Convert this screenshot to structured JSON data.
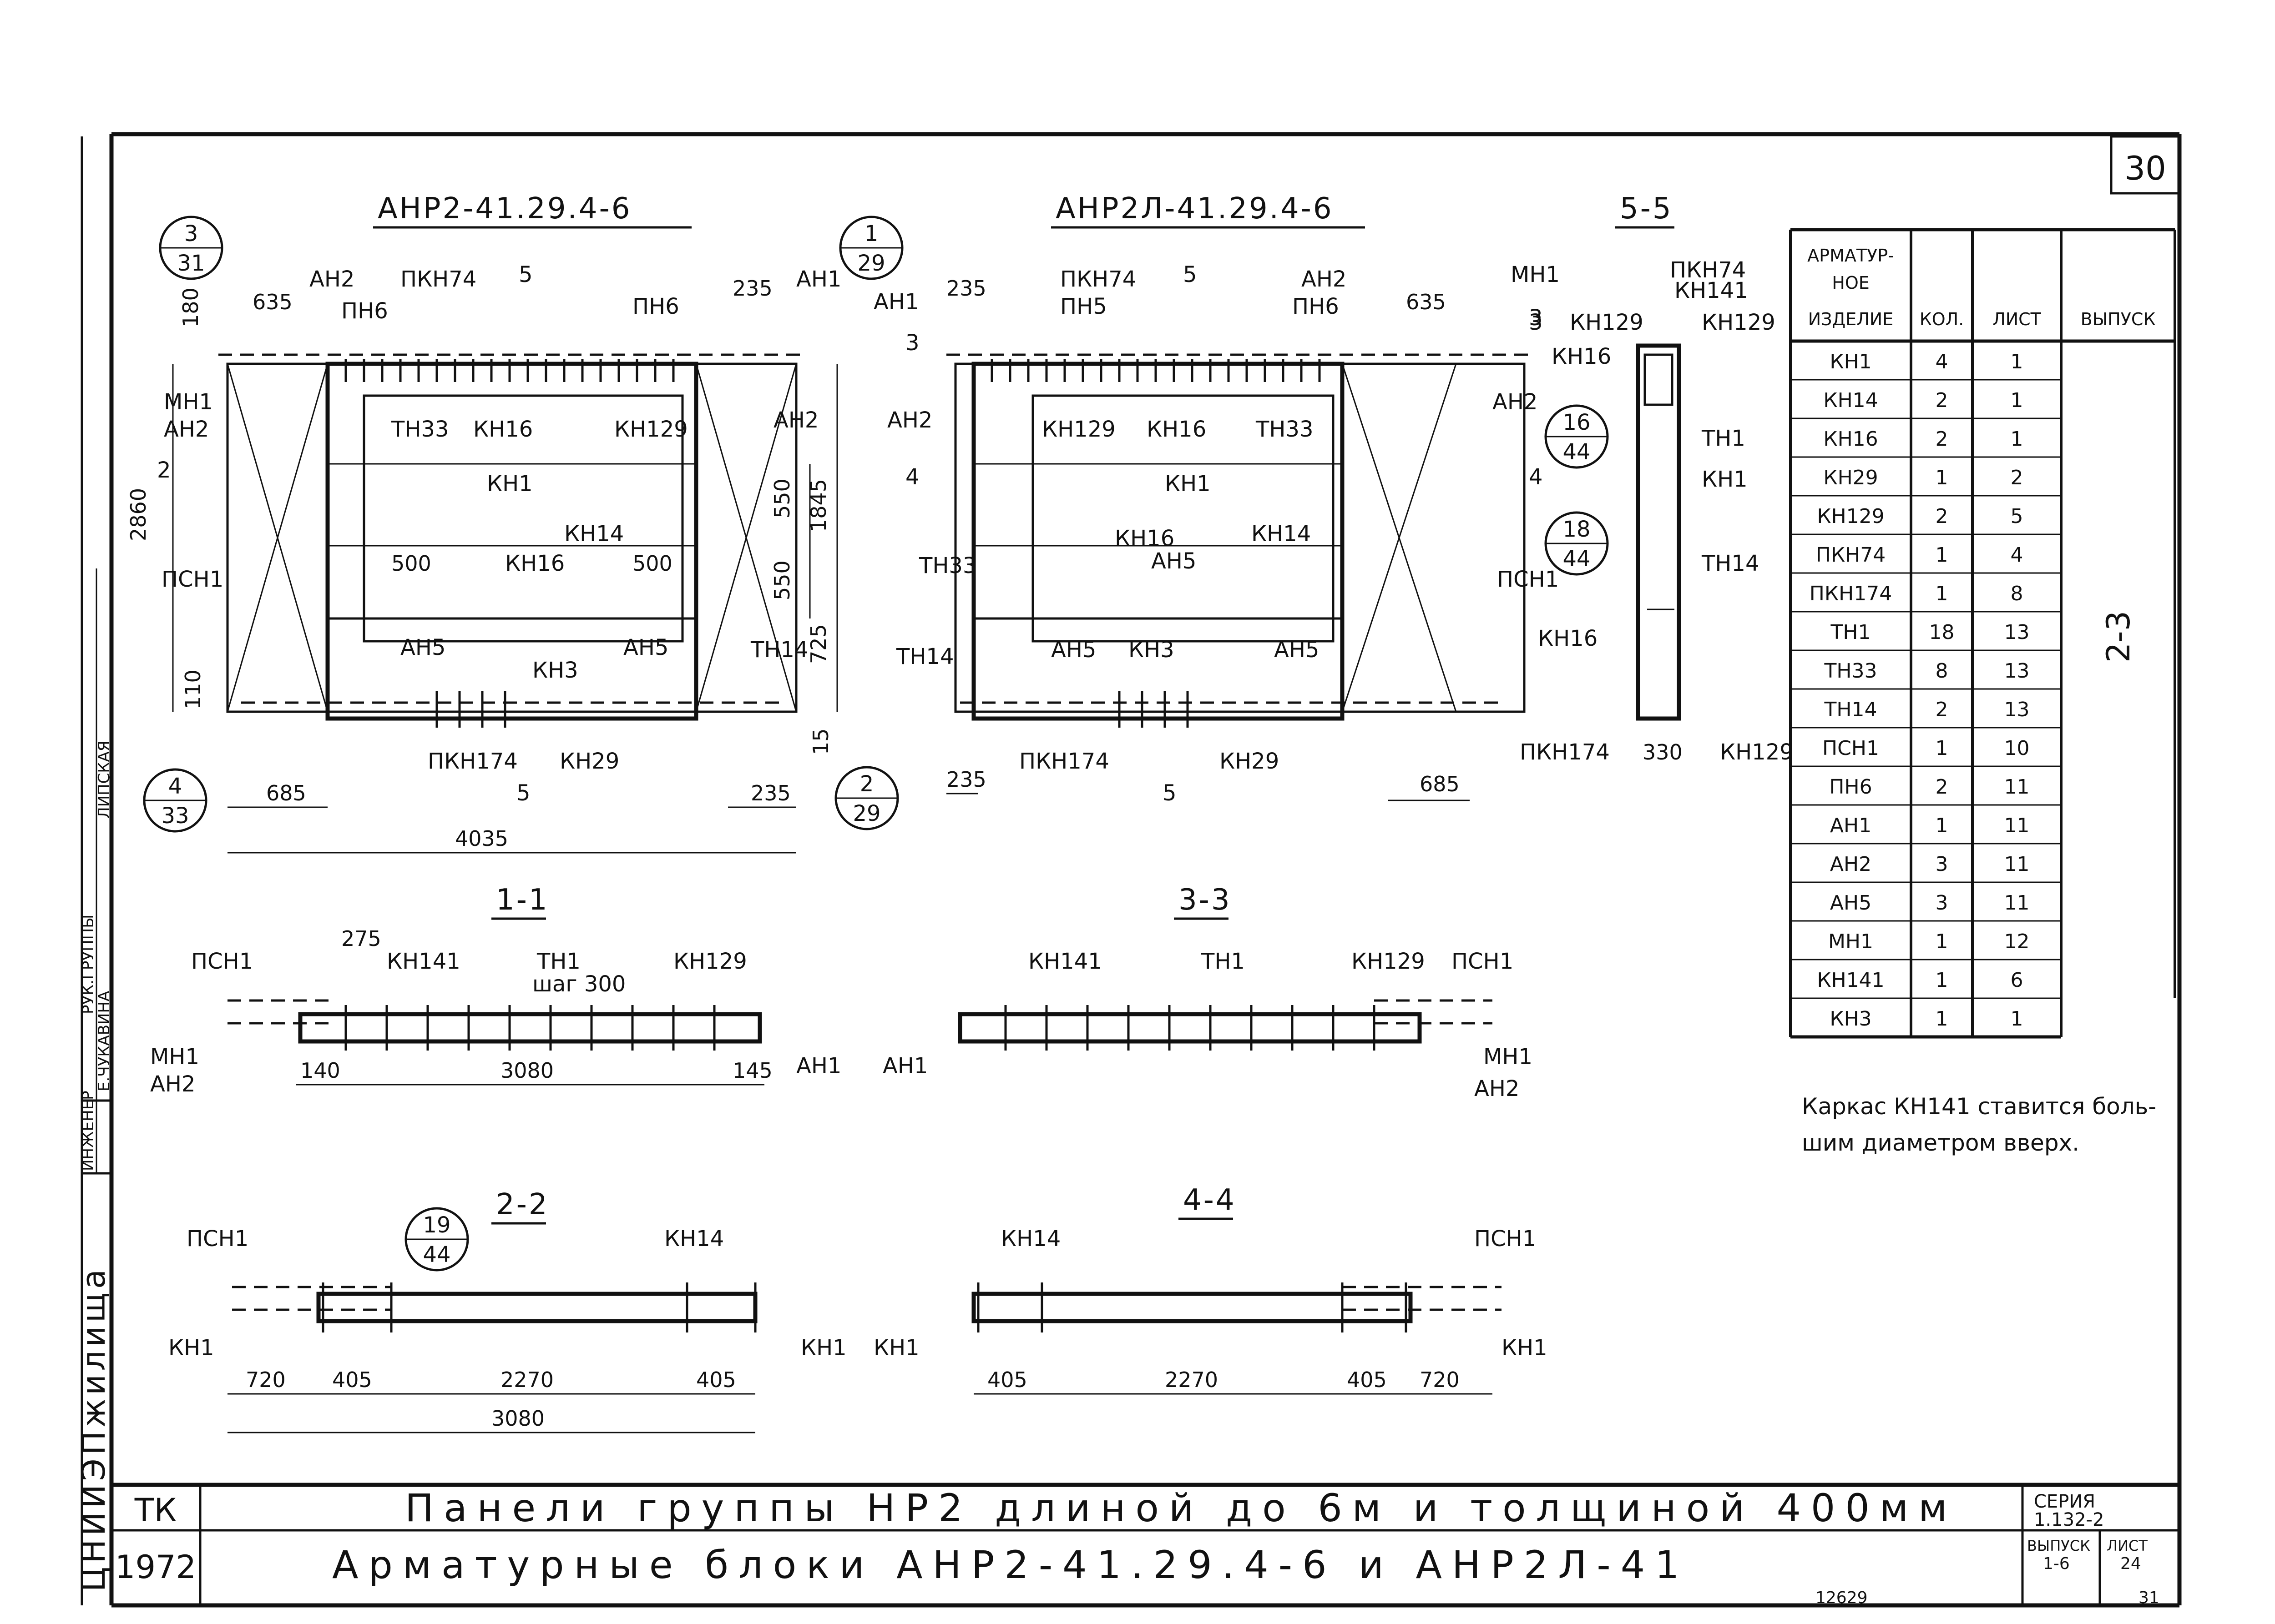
{
  "sheet_number": "30",
  "labels": {
    "view_left_title": "АНР2-41.29.4-6",
    "view_right_title": "АНР2Л-41.29.4-6",
    "section_5_title": "5-5",
    "section_1_title": "1-1",
    "section_2_title": "2-2",
    "section_3_title": "3-3",
    "section_4_title": "4-4",
    "an2": "АН2",
    "pkn74": "ПКН74",
    "pn6": "ПН6",
    "an1": "АН1",
    "mn1": "МН1",
    "th33": "ТН33",
    "kn16": "КН16",
    "kn129": "КН129",
    "kn1": "КН1",
    "kn14": "КН14",
    "psn1": "ПСН1",
    "an5": "АН5",
    "kn3": "КН3",
    "th14": "ТН14",
    "pkn174": "ПКН174",
    "kn29": "КН29",
    "th1": "ТН1",
    "kn141": "КН141",
    "pn5": "ПН5",
    "th1_step": "шаг 300",
    "cut_5": "5",
    "cut_1": "1",
    "cut_2": "2",
    "cut_3": "3",
    "cut_4": "4",
    "dims": {
      "d180": "180",
      "d635": "635",
      "d235": "235",
      "d2860": "2860",
      "d550a": "550",
      "d550b": "550",
      "d1845": "1845",
      "d725": "725",
      "d110": "110",
      "d15": "15",
      "d500a": "500",
      "d500b": "500",
      "d685": "685",
      "d4035": "4035",
      "d330": "330",
      "d275": "275",
      "d140": "140",
      "d3080": "3080",
      "d145": "145",
      "d720": "720",
      "d405": "405",
      "d2270": "2270"
    },
    "ref_3_31": [
      "3",
      "31"
    ],
    "ref_4_33": [
      "4",
      "33"
    ],
    "ref_1_29": [
      "1",
      "29"
    ],
    "ref_2_29": [
      "2",
      "29"
    ],
    "ref_16_44": [
      "16",
      "44"
    ],
    "ref_18_44": [
      "18",
      "44"
    ],
    "ref_19_44": [
      "19",
      "44"
    ]
  },
  "table": {
    "headers": [
      "АРМАТУР-НОЕ ИЗДЕЛИЕ",
      "КОЛ.",
      "ЛИСТ",
      "ВЫПУСК"
    ],
    "rows": [
      [
        "КН1",
        "4",
        "1"
      ],
      [
        "КН14",
        "2",
        "1"
      ],
      [
        "КН16",
        "2",
        "1"
      ],
      [
        "КН29",
        "1",
        "2"
      ],
      [
        "КН129",
        "2",
        "5"
      ],
      [
        "ПКН74",
        "1",
        "4"
      ],
      [
        "ПКН174",
        "1",
        "8"
      ],
      [
        "ТН1",
        "18",
        "13"
      ],
      [
        "ТН33",
        "8",
        "13"
      ],
      [
        "ТН14",
        "2",
        "13"
      ],
      [
        "ПСН1",
        "1",
        "10"
      ],
      [
        "ПН6",
        "2",
        "11"
      ],
      [
        "АН1",
        "1",
        "11"
      ],
      [
        "АН2",
        "3",
        "11"
      ],
      [
        "АН5",
        "3",
        "11"
      ],
      [
        "МН1",
        "1",
        "12"
      ],
      [
        "КН141",
        "1",
        "6"
      ],
      [
        "КН3",
        "1",
        "1"
      ]
    ],
    "issue": "2-3"
  },
  "note": [
    "Каркас КН141 ставится боль-",
    "шим диаметром вверх."
  ],
  "side_stamp": "ЦНИИЭПжилища",
  "side_roles": [
    "ИНЖЕНЕР",
    "РУК.ГРУППЫ"
  ],
  "side_names": [
    "Е.ЧУКАВИНА",
    "ЛИПСКАЯ"
  ],
  "title_block": {
    "tk": "ТК",
    "year": "1972",
    "title_line1": "Панели группы НР2 длиной до 6м и толщиной 400мм",
    "title_line2": "Арматурные блоки АНР2-41.29.4-6 и АНР2Л-41",
    "series_label": "СЕРИЯ",
    "series_value": "1.132-2",
    "issue_label": "ВЫПУСК",
    "issue_value": "1-6",
    "sheet_label": "ЛИСТ",
    "sheet_value": "24"
  },
  "footer_numbers": [
    "12629",
    "31"
  ]
}
